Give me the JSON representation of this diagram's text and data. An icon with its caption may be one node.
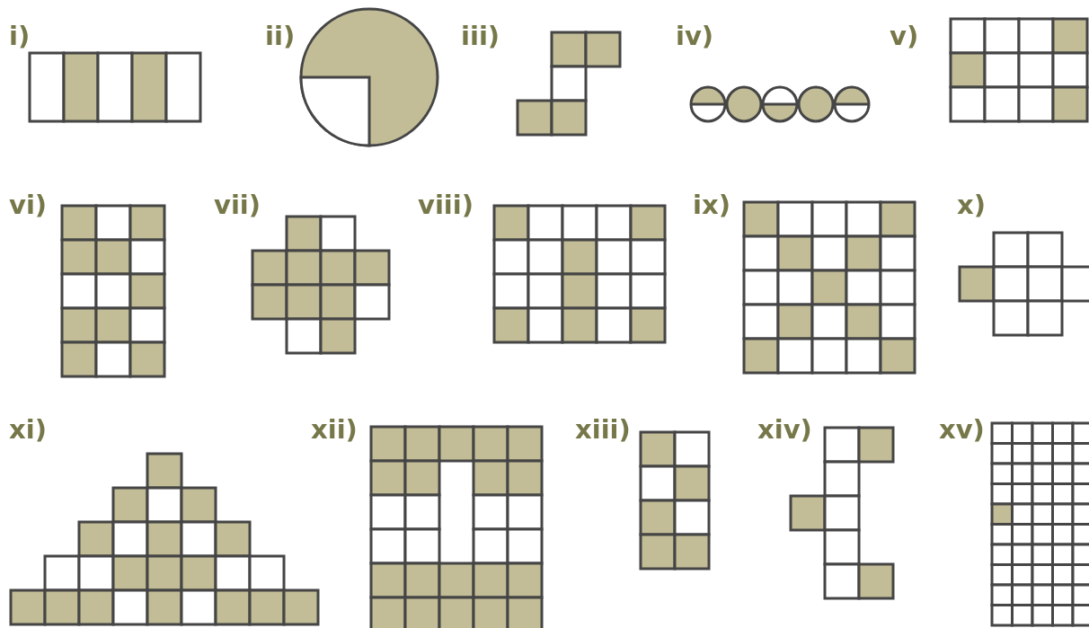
{
  "diagram": {
    "labels": [
      "i)",
      "ii)",
      "iii)",
      "iv)",
      "v)",
      "vi)",
      "vii)",
      "viii)",
      "ix)",
      "x)",
      "xi)",
      "xii)",
      "xiii)",
      "xiv)",
      "xv)"
    ]
  }
}
